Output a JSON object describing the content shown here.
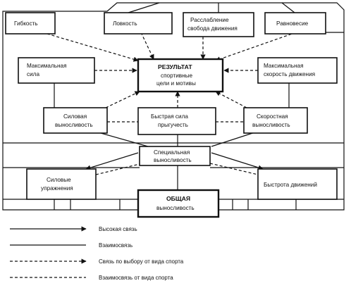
{
  "nodes": {
    "flexibility": "Гибкость",
    "agility": "Ловкость",
    "relaxation": [
      "Расслабление",
      "свобода движения"
    ],
    "balance": "Равновесие",
    "max_strength": [
      "Максимальная",
      "сила"
    ],
    "result": [
      "РЕЗУЛЬТАТ",
      "спортивные",
      "цели и мотивы"
    ],
    "max_speed": [
      "Максимальная",
      "скорость движения"
    ],
    "strength_endurance": [
      "Силовая",
      "выносливость"
    ],
    "jump_power": [
      "Быстрая сила",
      "прыгучесть"
    ],
    "speed_endurance": [
      "Скоростная",
      "выносливость"
    ],
    "special_endurance": [
      "Специальная",
      "выносливость"
    ],
    "strength_exercises": [
      "Силовые",
      "упражнения"
    ],
    "movement_speed": "Быстрота движений",
    "general_endurance": [
      "ОБЩАЯ",
      "выносливость"
    ]
  },
  "legend": {
    "high_link": "Высокая связь",
    "interrelation": "Взаимосвязь",
    "sport_link": "Связь по выбору от вида спорта",
    "sport_interrelation": "Взаимосвязь от вида спорта"
  }
}
